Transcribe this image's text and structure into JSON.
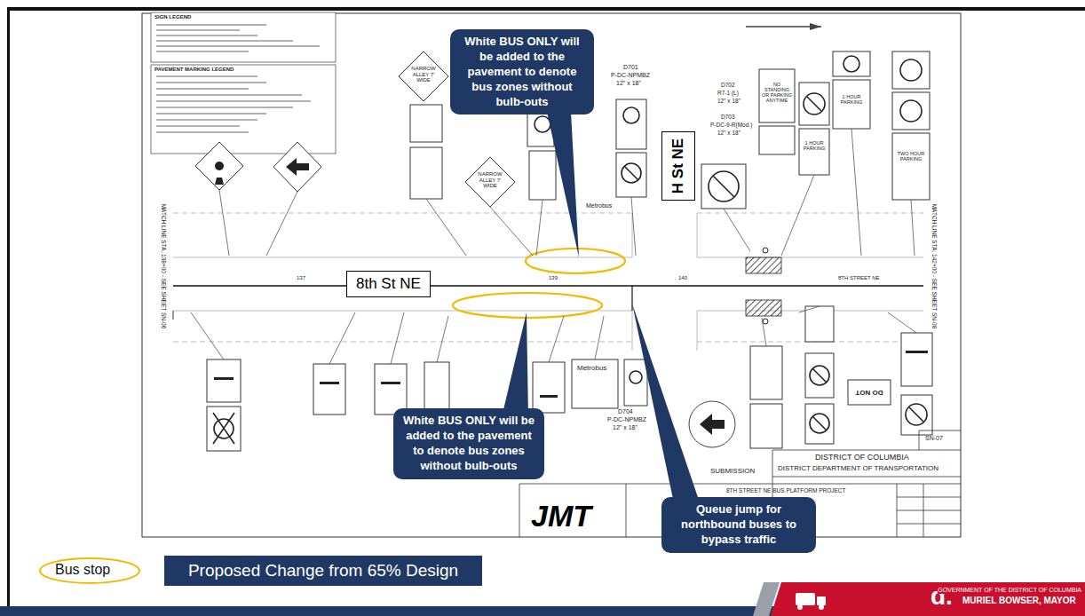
{
  "diagram": {
    "nodes": [
      {
        "text": [
          "White BUS ONLY will be added to the pavement to denote bus zones without bulb-outs"
        ]
      },
      {
        "text": [
          "H St NE"
        ]
      },
      {
        "text": [
          "8th St NE"
        ]
      },
      {
        "text": [
          "White BUS ONLY will be added to the pavement to denote bus zones without bulb-outs"
        ]
      },
      {
        "text": [
          "Queue jump for northbound buses to bypass traffic"
        ]
      }
    ],
    "labels": [
      "SIGN LEGEND",
      "PAVEMENT MARKING LEGEND",
      "NARROW ALLEY 7' WIDE",
      "NARROW ALLEY 7' WIDE",
      "Metrobus",
      "D701",
      "P-DC-NPMBZ",
      "12\" x 18\"",
      "D702",
      "R7-1 (L)",
      "12\" x 18\"",
      "D703",
      "P-DC-9-R(Mod.)",
      "12\" x 18\"",
      "NO STANDING OR PARKING ANYTIME",
      "1 HOUR PARKING",
      "1 HOUR PARKING",
      "TWO HOUR PARKING",
      "137",
      "139",
      "140",
      "8TH STREET NE",
      "MATCH LINE STA. 138+00 - SEE SHEET SN-06",
      "MATCH LINE STA. 142+00 - SEE SHEET SN-08",
      "Metrobus",
      "D704",
      "P-DC-NPMBZ",
      "12\" x 18\"",
      "DO NOT",
      "SN-07",
      "SUBMISSION",
      "DISTRICT OF COLUMBIA",
      "DISTRICT DEPARTMENT OF TRANSPORTATION",
      "8TH STREET NE BUS PLATFORM PROJECT",
      "JMT",
      "d.",
      "GOVERNMENT OF THE DISTRICT OF COLUMBIA",
      "MURIEL BOWSER, MAYOR"
    ],
    "legend": [
      {
        "text": "Bus stop"
      },
      {
        "text": "Proposed Change from 65% Design",
        "color": "#1f3864"
      }
    ]
  }
}
